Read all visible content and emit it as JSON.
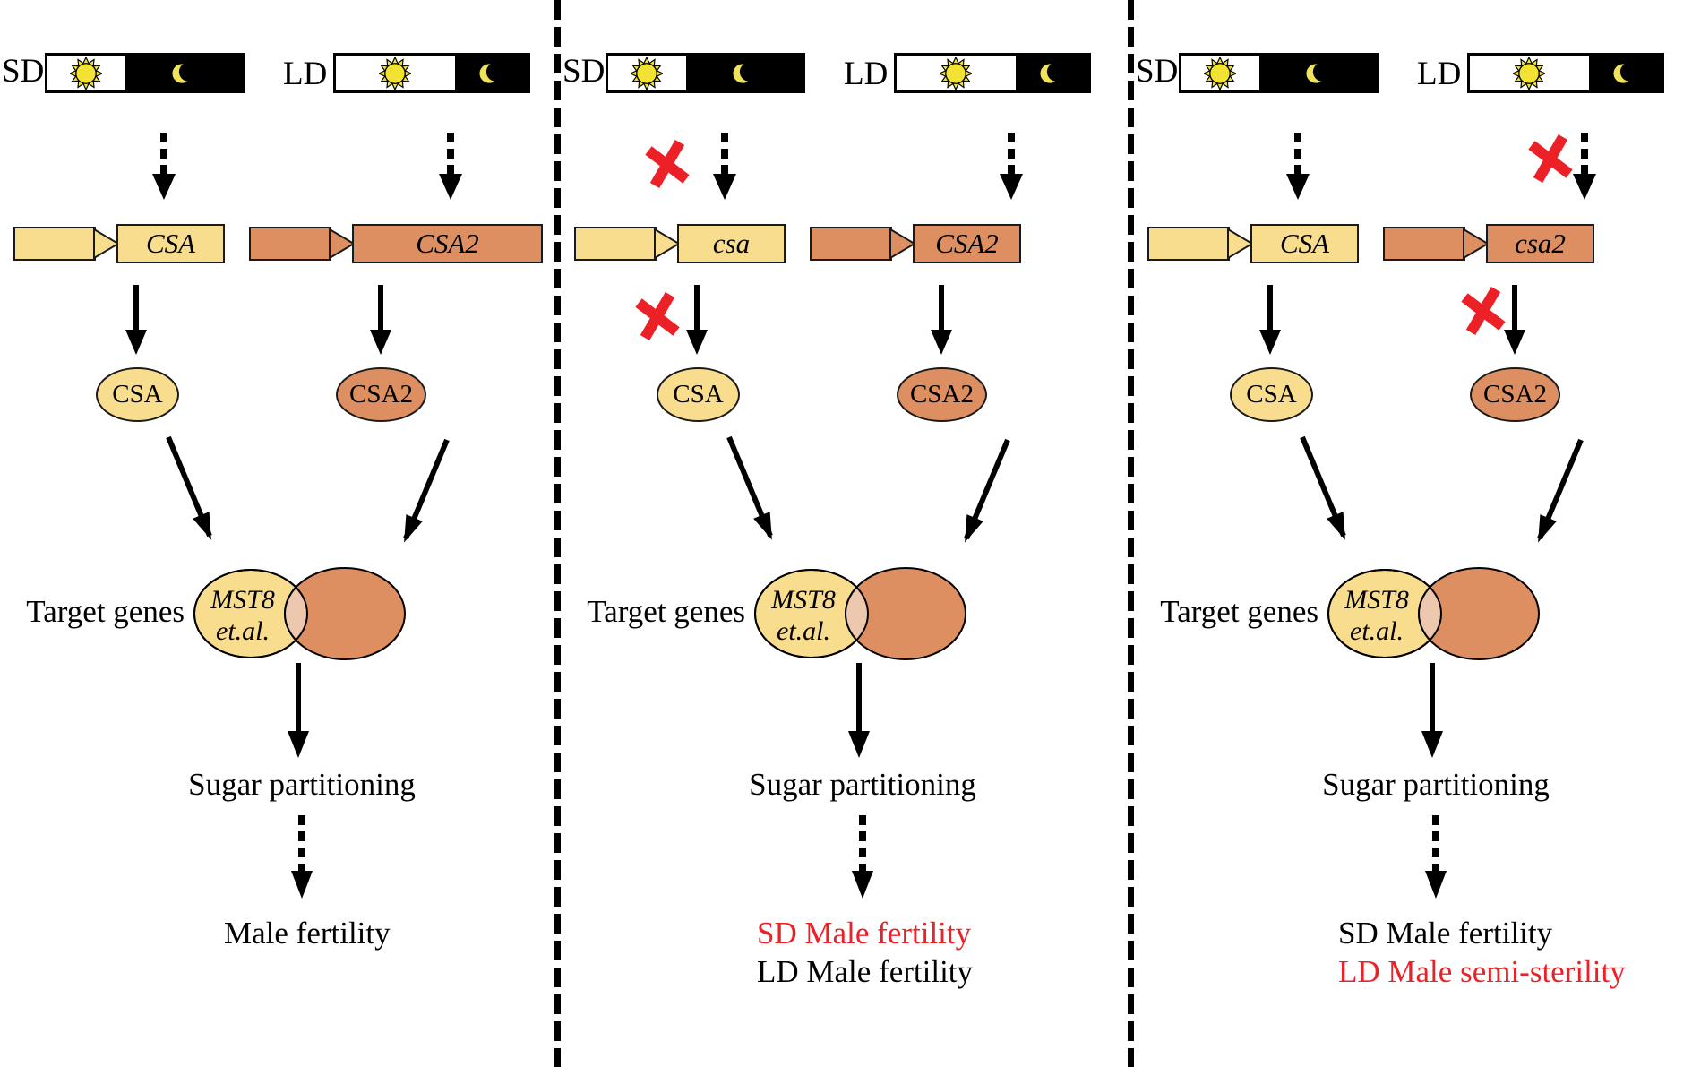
{
  "figure": {
    "colors": {
      "gene_yellow": "#F8DD8F",
      "gene_orange": "#DE8F62",
      "venn_overlap": "#EDC7AE",
      "blocked_red": "#EC2027",
      "sun_yellow": "#F2E233",
      "moon_yellow": "#F0E35A"
    },
    "panels": [
      {
        "sd_label": "SD",
        "ld_label": "LD",
        "sd_day_fraction": 0.4,
        "ld_day_fraction": 0.62,
        "genes": [
          {
            "label": "CSA",
            "color": "yellow",
            "mutant": false
          },
          {
            "label": "CSA2",
            "color": "orange",
            "mutant": false
          }
        ],
        "proteins": [
          {
            "label": "CSA",
            "color": "yellow"
          },
          {
            "label": "CSA2",
            "color": "orange"
          }
        ],
        "x_marks": {
          "photoperiod": null,
          "translation": null
        },
        "target_genes_label": "Target genes",
        "venn_left_lines": [
          "MST8",
          "et.al."
        ],
        "sugar_label": "Sugar partitioning",
        "outcomes": [
          {
            "text": "Male fertility",
            "color": "black"
          }
        ]
      },
      {
        "sd_label": "SD",
        "ld_label": "LD",
        "sd_day_fraction": 0.4,
        "ld_day_fraction": 0.62,
        "genes": [
          {
            "label": "csa",
            "color": "yellow",
            "mutant": true
          },
          {
            "label": "CSA2",
            "color": "orange",
            "mutant": false
          }
        ],
        "proteins": [
          {
            "label": "CSA",
            "color": "yellow"
          },
          {
            "label": "CSA2",
            "color": "orange"
          }
        ],
        "x_marks": {
          "photoperiod": "sd",
          "translation": "gene1"
        },
        "target_genes_label": "Target genes",
        "venn_left_lines": [
          "MST8",
          "et.al."
        ],
        "sugar_label": "Sugar partitioning",
        "outcomes": [
          {
            "text": "SD Male fertility",
            "color": "red"
          },
          {
            "text": "LD Male fertility",
            "color": "black"
          }
        ]
      },
      {
        "sd_label": "SD",
        "ld_label": "LD",
        "sd_day_fraction": 0.4,
        "ld_day_fraction": 0.62,
        "genes": [
          {
            "label": "CSA",
            "color": "yellow",
            "mutant": false
          },
          {
            "label": "csa2",
            "color": "orange",
            "mutant": true
          }
        ],
        "proteins": [
          {
            "label": "CSA",
            "color": "yellow"
          },
          {
            "label": "CSA2",
            "color": "orange"
          }
        ],
        "x_marks": {
          "photoperiod": "ld",
          "translation": "gene2"
        },
        "target_genes_label": "Target genes",
        "venn_left_lines": [
          "MST8",
          "et.al."
        ],
        "sugar_label": "Sugar partitioning",
        "outcomes": [
          {
            "text": "SD Male fertility",
            "color": "black"
          },
          {
            "text": "LD Male semi-sterility",
            "color": "red"
          }
        ]
      }
    ]
  }
}
